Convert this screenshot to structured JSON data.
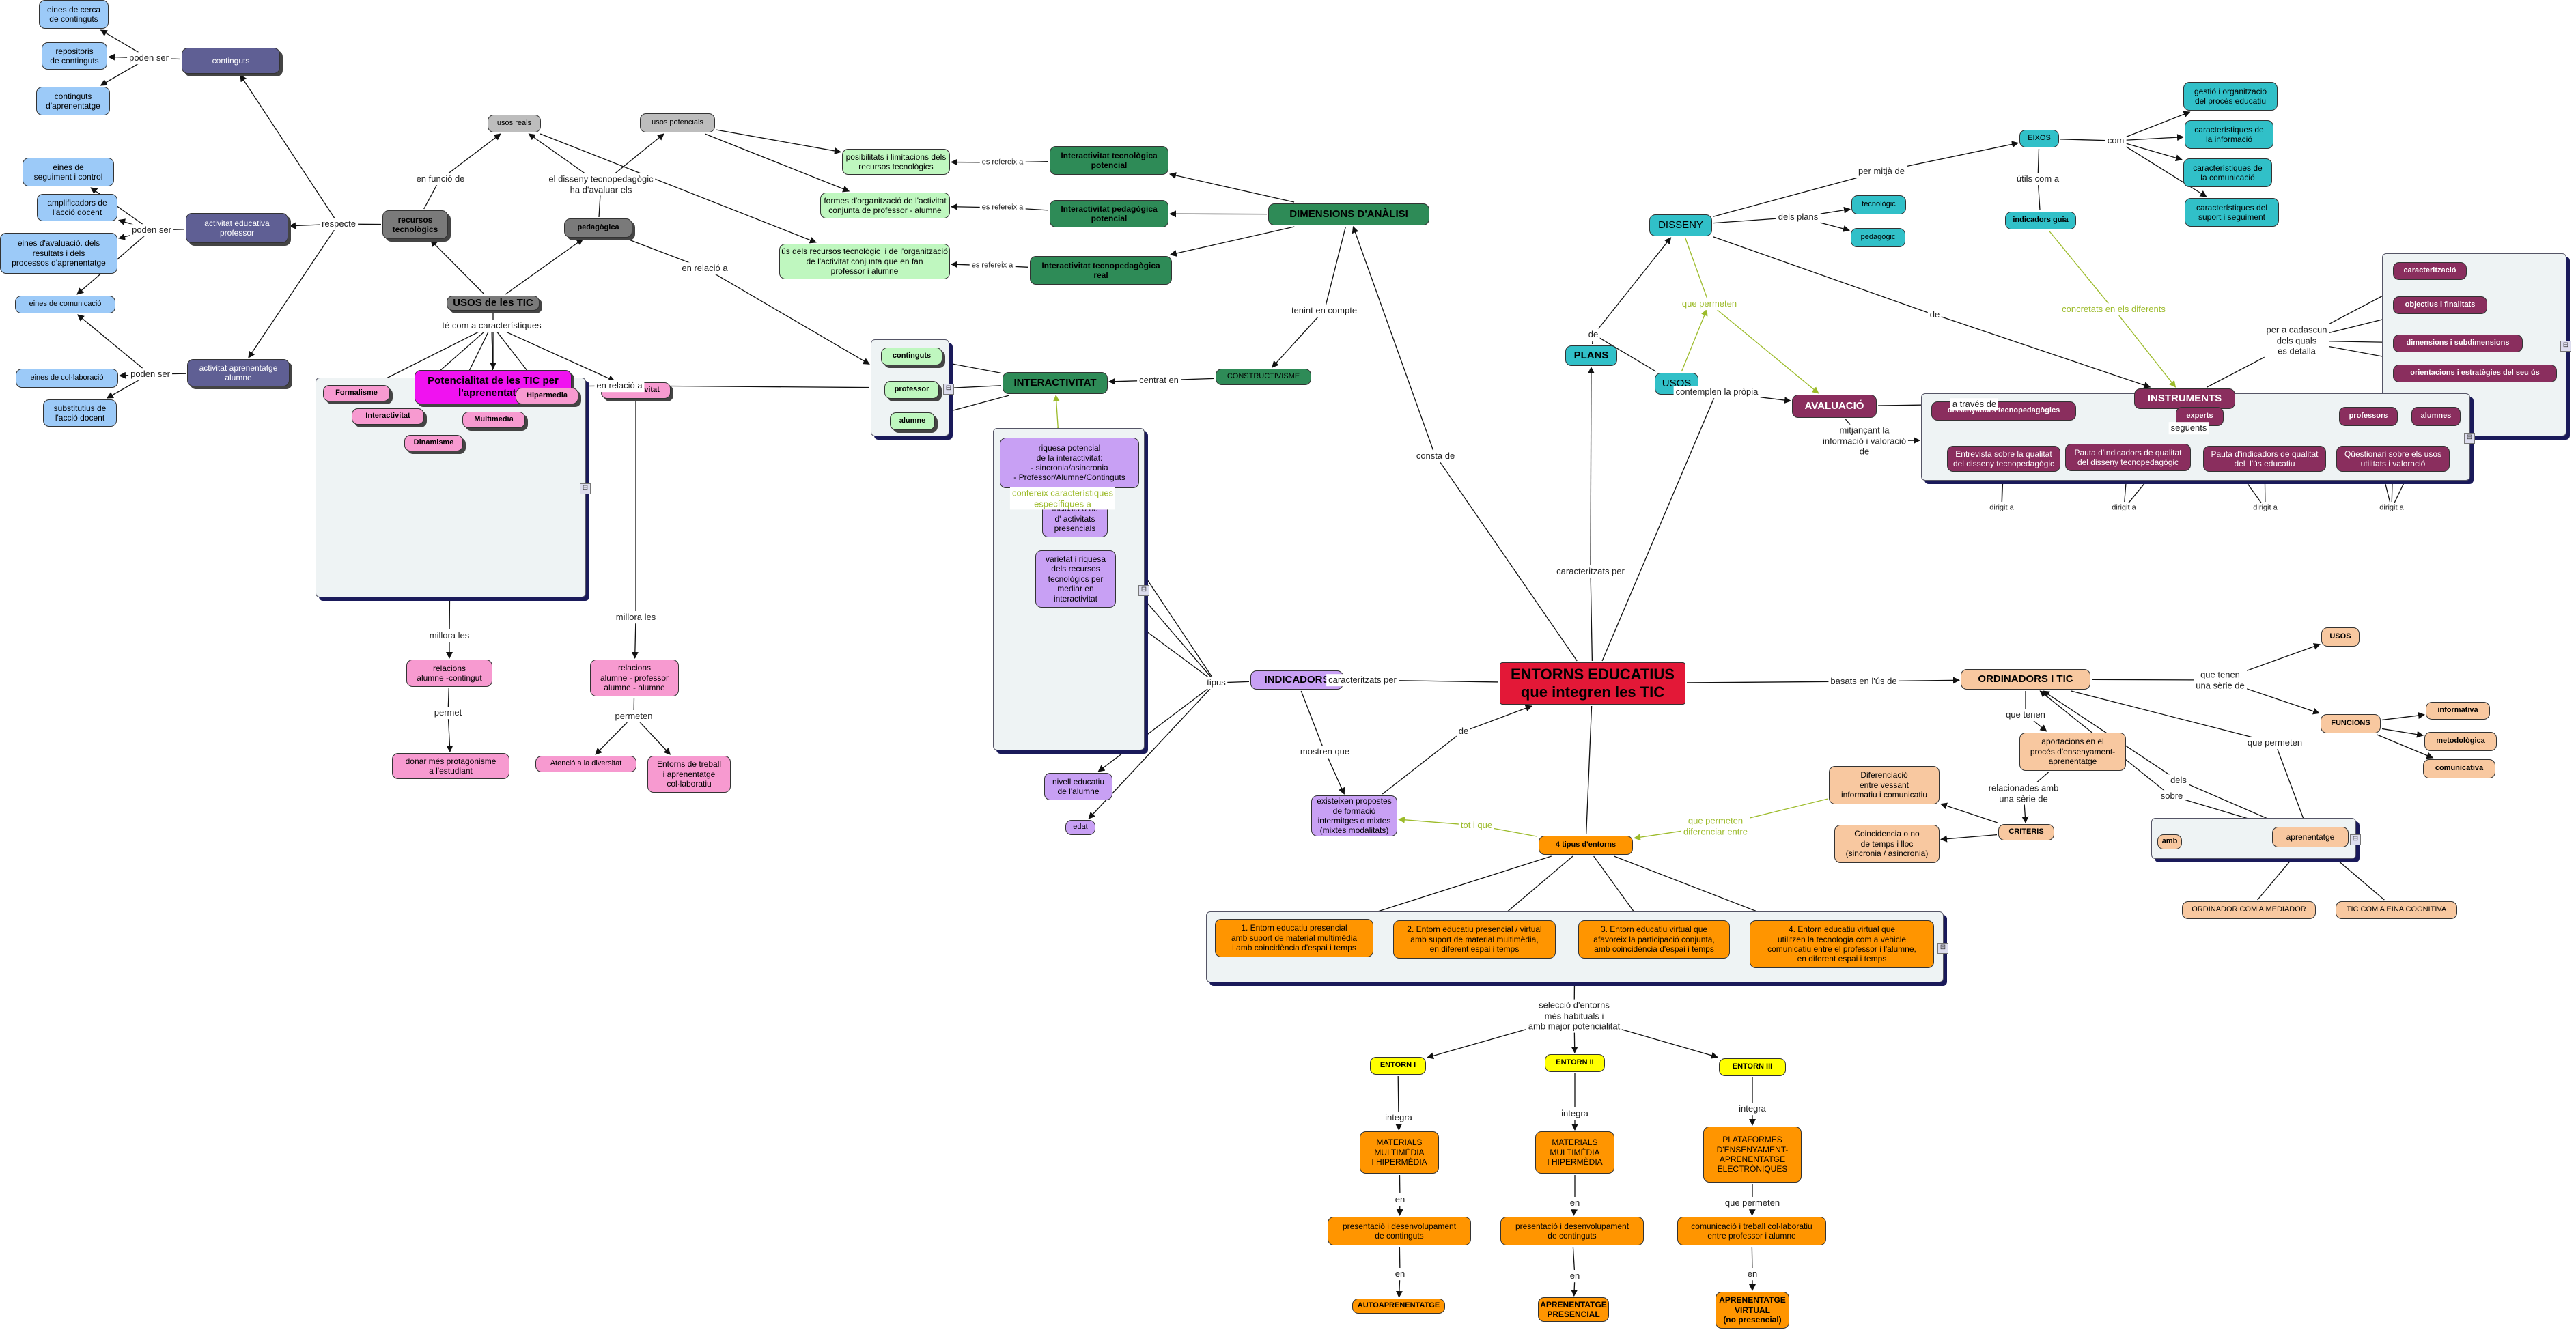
{
  "nodes": {
    "eines_cerca": "eines de cerca\nde continguts",
    "repositoris": "repositoris\nde continguts",
    "continguts_aprenentatge": "continguts\nd'aprenentatge",
    "continguts_s": "continguts",
    "eines_seguiment": "eines de\nseguiment i control",
    "amplificadors": "amplificadors de\nl'acció docent",
    "eines_avaluacio": "eines d'avaluació. dels\nresultats i dels\nprocessos d'aprenentatge",
    "eines_comunicacio": "eines de comunicació",
    "activitat_prof": "activitat educativa\nprofessor",
    "eines_colab": "eines de col·laboració",
    "substitutius": "substitutius de\nl'acció docent",
    "activitat_alumne": "activitat aprenentatge\nalumne",
    "recursos_tec": "recursos\ntecnològics",
    "usos_reals": "usos reals",
    "usos_potencials": "usos potencials",
    "pedagogica": "pedagògica",
    "usos_tic": "USOS de les TIC",
    "potencialitat": "Potencialitat de les TIC per\nl'aprenentatge",
    "posibilitats": "posibilitats i limitacions dels\nrecursos tecnològics",
    "formes_org": "formes d'organització de l'activitat\nconjunta de professor - alumne",
    "us_recursos": "ús dels recursos tecnològic  i de l'organització\nde l'activitat conjunta que en fan\nprofessor i alumne",
    "int_tec": "Interactivitat tecnològica\npotencial",
    "int_ped": "Interactivitat pedagògica\npotencial",
    "int_tecped": "Interactivitat tecnopedagògica\nreal",
    "dimensions": "DIMENSIONS D'ANÀLISI",
    "constructivisme": "CONSTRUCTIVISME",
    "interactivitat": "INTERACTIVITAT",
    "g_continguts": "continguts",
    "g_professor": "professor",
    "g_alumne": "alumne",
    "formalisme": "Formalisme",
    "interactivitat2": "Interactivitat",
    "dinamisme": "Dinamisme",
    "multimedia": "Multimedia",
    "hipermedia": "Hipermedia",
    "connectivitat": "Connectivitat",
    "rel_alumne_cont": "relacions\nalumne -contingut",
    "rel_alumne_prof": "relacions\nalumne - professor\nalumne - alumne",
    "donar_mes": "donar més protagonisme\na l'estudiant",
    "atencio": "Atenció a la diversitat",
    "entorns_treball": "Entorns de treball\ni aprenentatge\ncol·laboratiu",
    "riquesa": "riquesa potencial\nde la interactivitat:\n- sincronia/asincronia\n- Professor/Alumne/Continguts",
    "inclusio": "Inclusió o no\nd' activitats\npresencials",
    "varietat": "varietat i riquesa\ndels recursos\ntecnològics per\nmediar en\ninteractivitat",
    "nivell": "nivell educatiu\nde l'alumne",
    "edat": "edat",
    "indicadors": "INDICADORS",
    "existeixen": "existeixen propostes\nde formació\nintermitges o mixtes\n(mixtes modalitats)",
    "entorns_tic": "ENTORNS EDUCATIUS\nque integren les TIC",
    "plans": "PLANS",
    "disseny": "DISSENY",
    "usos_teal": "USOS",
    "tecnologic": "tecnològic",
    "pedagogic": "pedagògic",
    "eixos": "EIXOS",
    "indicadors_guia": "indicadors guia",
    "gestio": "gestió i organització\ndel procés educatiu",
    "caract_info": "característiques de\nla informació",
    "caract_com": "característiques de\nla comunicació",
    "caract_suport": "característiques del\nsuport i seguiment",
    "avaluacio": "AVALUACIÓ",
    "instruments": "INSTRUMENTS",
    "caracteritzacio": "caracterització",
    "objectius": "objectius i finalitats",
    "dimensions_sub": "dimensions i subdimensions",
    "orientacions": "orientacions i estratègies del seu ús",
    "entrevista": "Entrevista sobre la qualitat\ndel disseny tecnopedagògic",
    "pauta_ind": "Pauta d'indicadors de qualitat\ndel disseny tecnopedagògic",
    "pauta_ind2": "Pauta d'indicadors de qualitat\ndel  l'ús educatiu",
    "questionari": "Qüestionari sobre els usos\nutilitats i valoració",
    "dissenyadors": "dissenyadors tecnopedagògics",
    "experts": "experts",
    "professors": "professors",
    "alumnes": "alumnes",
    "ordinadors": "ORDINADORS I TIC",
    "usos_p": "USOS",
    "funcions": "FUNCIONS",
    "informativa": "informativa",
    "metodologica": "metodològica",
    "comunicativa": "comunicativa",
    "aportacions": "aportacions en el\nprocés d'ensenyament-\naprenentatge",
    "diferenciacio": "Diferenciació\nentre vessant\ninformatiu i comunicatiu",
    "coincidencia": "Coincidencia o no\nde temps i lloc\n(sincronia / asincronia)",
    "criteris": "CRITERIS",
    "amb": "amb",
    "aprenentatge": "aprenentatge",
    "ord_mediador": "ORDINADOR COM A MEDIADOR",
    "tic_eina": "TIC COM A EINA COGNITIVA",
    "quatre_tipus": "4 tipus d'entorns",
    "entorn1": "1. Entorn educatiu presencial\namb suport de material multimèdia\ni amb coincidència d'espai i temps",
    "entorn2": "2. Entorn educatiu presencial / virtual\namb suport de material multimèdia,\nen diferent espai i temps",
    "entorn3": "3. Entorn educatiu virtual que\nafavoreix la participació conjunta,\namb coincidència d'espai i temps",
    "entorn4": "4. Entorn educatiu virtual que\nutilitzen la tecnologia com a vehicle\ncomunicatiu entre el professor i l'alumne,\nen diferent espai i temps",
    "entorn_i": "ENTORN I",
    "entorn_ii": "ENTORN II",
    "entorn_iii": "ENTORN III",
    "materials1": "MATERIALS\nMULTIMÈDIA\nI HIPERMÈDIA",
    "materials2": "MATERIALS\nMULTIMÈDIA\nI HIPERMÈDIA",
    "plataformes": "PLATAFORMES\nD'ENSENYAMENT-\nAPRENENTATGE\nELECTRÒNIQUES",
    "presentacio1": "presentació i desenvolupament\nde continguts",
    "presentacio2": "presentació i desenvolupament\nde continguts",
    "comunicacio_treball": "comunicació i treball col·laboratiu\nentre professor i alumne",
    "autoaprenentatge": "AUTOAPRENENTATGE",
    "aprenentatge_pres": "APRENENTATGE\nPRESENCIAL",
    "aprenentatge_virt": "APRENENTATGE\nVIRTUAL\n(no presencial)"
  },
  "labels": {
    "poden_ser1": "poden ser",
    "poden_ser2": "poden ser",
    "poden_ser3": "poden ser",
    "respecte": "respecte",
    "en_funcio": "en funció de",
    "el_disseny": "el disseny tecnopedagògic\nha d'avaluar els",
    "en_relacio1": "en relació a",
    "en_relacio2": "en relació a",
    "es_refereix1": "es refereix a",
    "es_refereix2": "es refereix a",
    "es_refereix3": "es refereix a",
    "tenint": "tenint en compte",
    "centrat": "centrat en",
    "consta": "consta de",
    "te_com": "té com a característiques",
    "millora1": "millora les",
    "millora2": "millora les",
    "permet": "permet",
    "permeten": "permeten",
    "confereix": "confereix característiques\nespecífiques a",
    "tipus": "tipus",
    "caracteritzats_per1": "caracteritzats per",
    "mostren": "mostren que",
    "tot_i_que": "tot i que",
    "de1": "de",
    "caracteritzats_per2": "caracteritzats per",
    "contemplen": "contemplen la pròpia",
    "mitjancant": "mitjançant la\ninformació i valoració\nde",
    "de2": "de",
    "que_permeten1": "que permeten",
    "per_mitja": "per mitjà de",
    "dels_plans": "dels plans",
    "util": "útils com a",
    "com": "com",
    "de3": "de",
    "concretats": "concretats en els diferents",
    "a_traves": "a través de",
    "per_cadascun": "per a cadascun\ndels quals\nes detalla",
    "seguents": "següents",
    "dirigit1": "dirigit a",
    "dirigit2": "dirigit a",
    "dirigit3": "dirigit a",
    "dirigit4": "dirigit a",
    "basats": "basats en l'ús de",
    "que_tenen": "que tenen\nuna sèrie de",
    "que_permeten2": "que permeten",
    "que_tenen2": "que tenen",
    "relacionades": "relacionades amb\nuna sèrie de",
    "que_permeten3": "que permeten\ndiferenciar entre",
    "dels": "dels",
    "sobre": "sobre",
    "seleccio": "selecció d'entorns\nmés habituals i\namb major potencialitat",
    "integra1": "integra",
    "integra2": "integra",
    "integra3": "integra",
    "en1": "en",
    "en2": "en",
    "en3": "en",
    "en4": "en",
    "que_permeten4": "que permeten",
    "en5": "en"
  },
  "colors": {
    "edge": "#111111",
    "edge_green": "#9cbb2a"
  }
}
